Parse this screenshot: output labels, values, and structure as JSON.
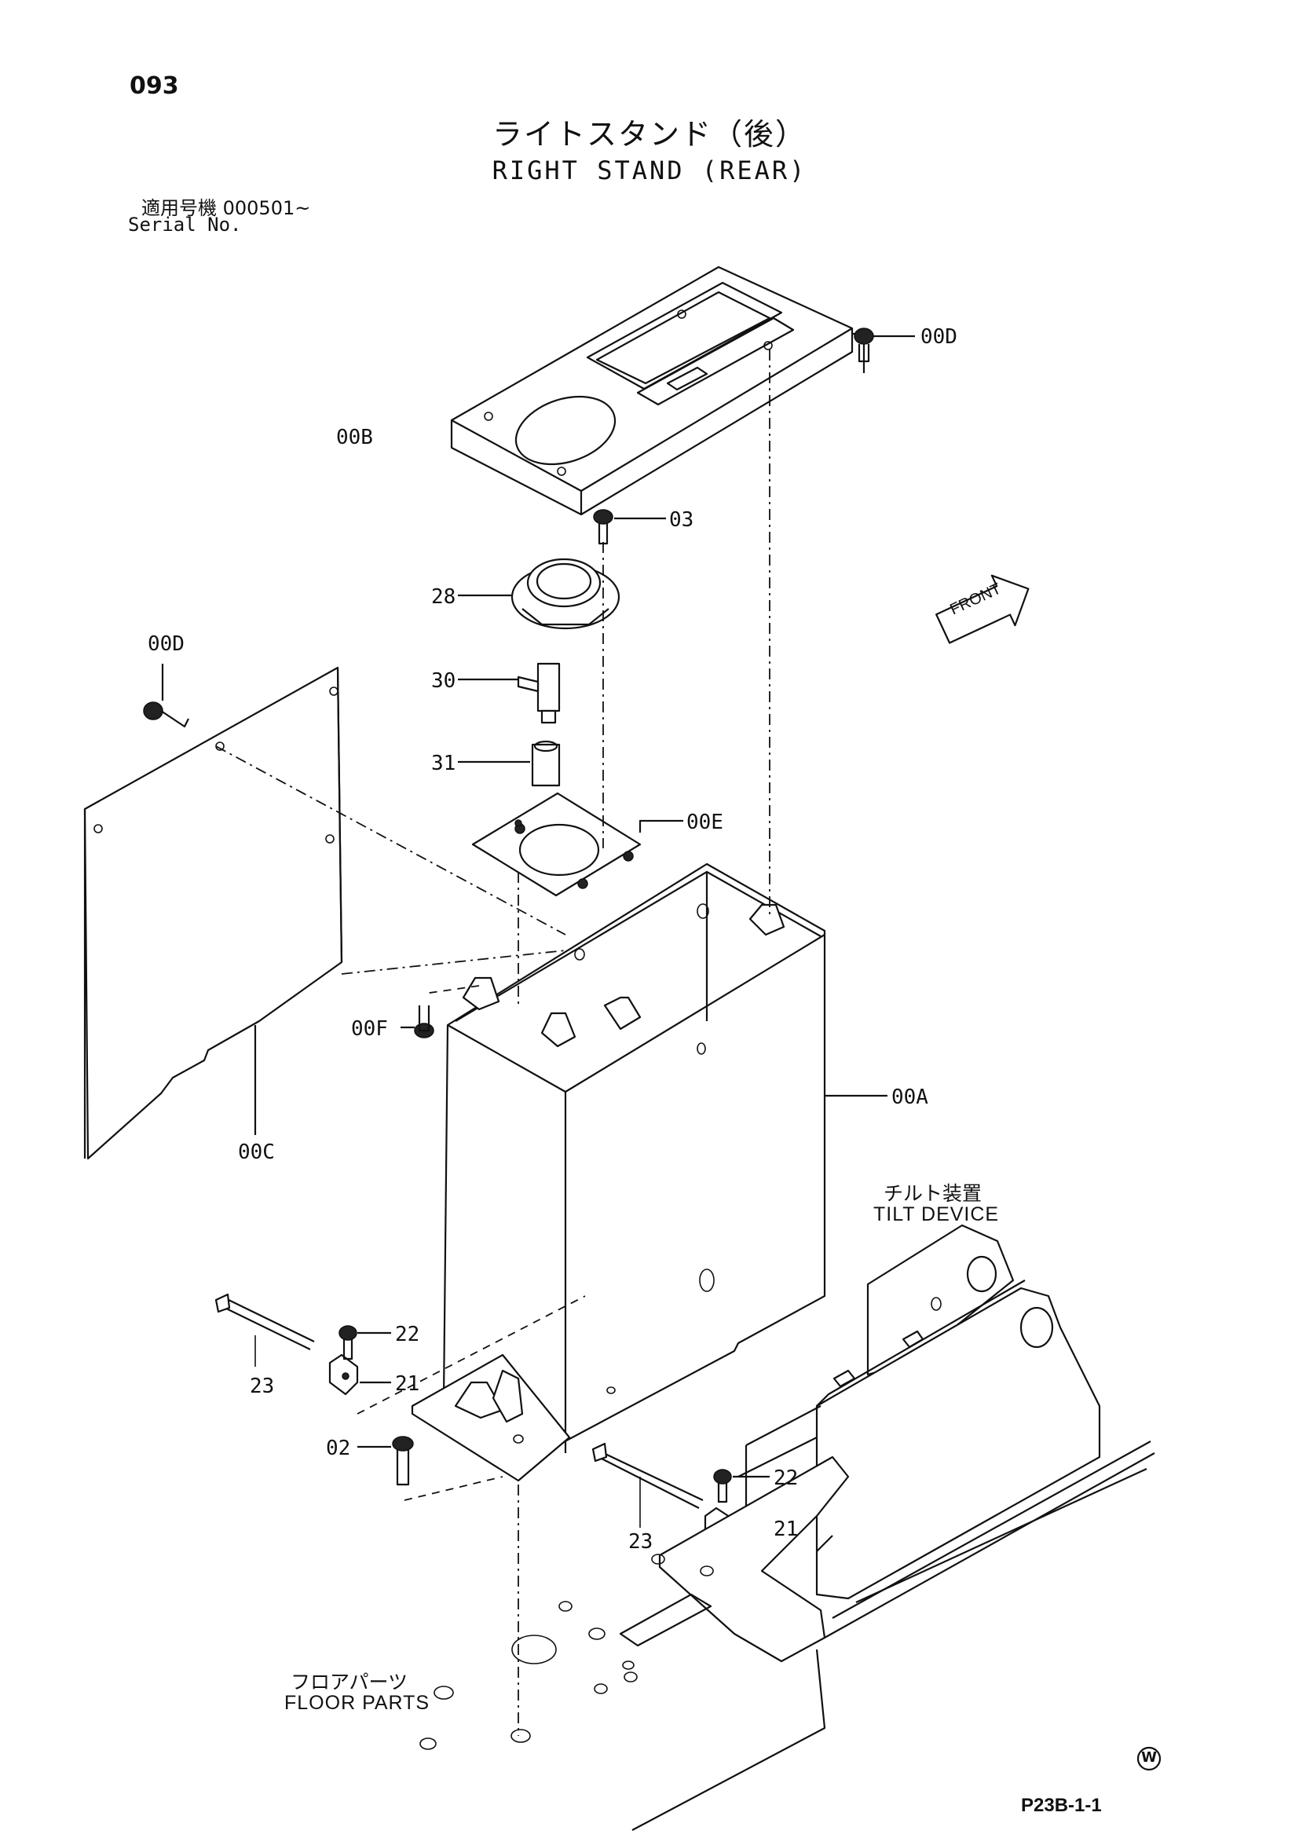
{
  "page_number": "093",
  "title": {
    "japanese": "ライトスタンド（後）",
    "english": "RIGHT STAND (REAR)"
  },
  "serial": {
    "japanese": "適用号機  000501~",
    "english": "Serial No."
  },
  "part_labels": {
    "p00A": "00A",
    "p00B": "00B",
    "p00C": "00C",
    "p00D_top": "00D",
    "p00D_left": "00D",
    "p00E": "00E",
    "p00F": "00F",
    "p02": "02",
    "p03": "03",
    "p21_left": "21",
    "p21_right": "21",
    "p22_left": "22",
    "p22_right": "22",
    "p23_left": "23",
    "p23_right": "23",
    "p28": "28",
    "p30": "30",
    "p31": "31"
  },
  "notes": {
    "front": "FRONT",
    "tilt_jp": "チルト装置",
    "tilt_en": "TILT DEVICE",
    "floor_jp": "フロアパーツ",
    "floor_en": "FLOOR PARTS"
  },
  "footer": {
    "mark": "W",
    "code": "P23B-1-1"
  }
}
